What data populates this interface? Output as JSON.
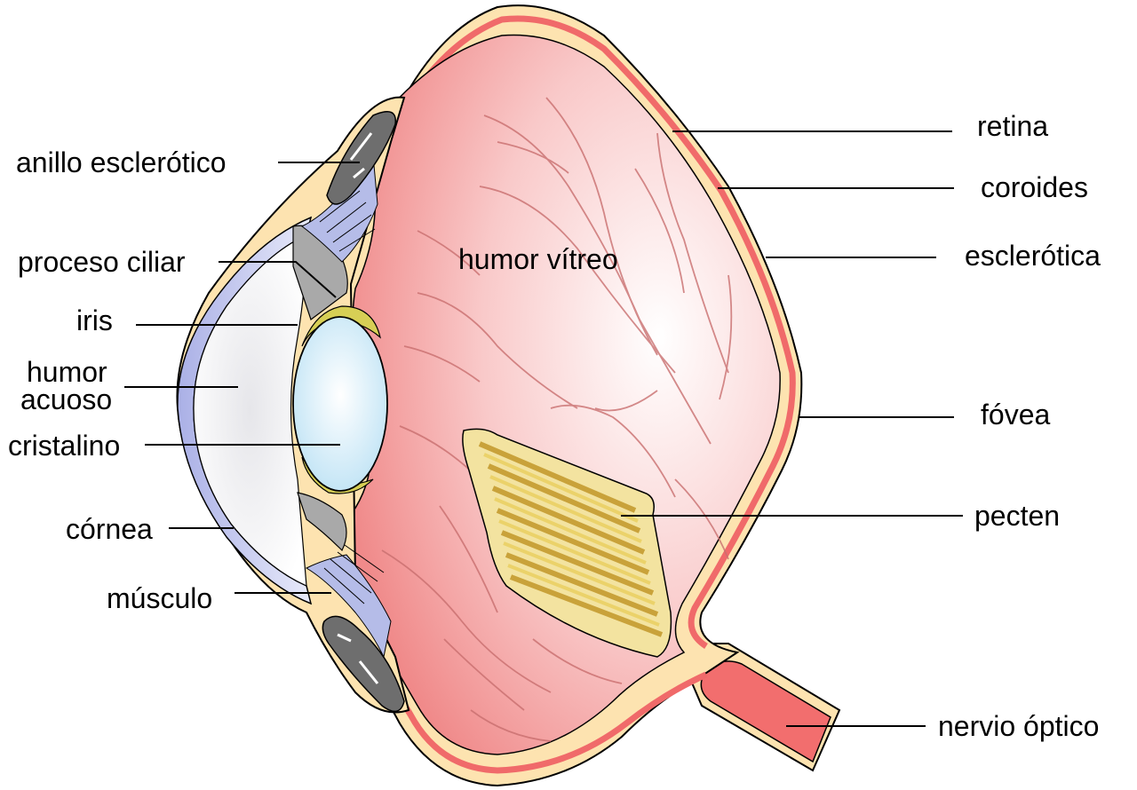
{
  "labels": {
    "anillo": "anillo esclerótico",
    "proceso": "proceso ciliar",
    "iris": "iris",
    "humor_acuoso_1": "humor",
    "humor_acuoso_2": "acuoso",
    "cristalino": "cristalino",
    "cornea": "córnea",
    "musculo": "músculo",
    "humor_vitreo": "humor vítreo",
    "retina": "retina",
    "coroides": "coroides",
    "esclerotica": "esclerótica",
    "fovea": "fóvea",
    "pecten": "pecten",
    "nervio": "nervio óptico"
  },
  "colors": {
    "sclera": "#fde3b0",
    "choroid": "#f06a6a",
    "vitreous": "#f6a0a0",
    "vessels": "#c96f6f",
    "lens": "#d9f1fb",
    "iris": "#d7cf55",
    "ciliary": "#a9a9a9",
    "cornea": "#c9cdf0",
    "ring": "#6e6e6e",
    "pecten": "#e9cc55",
    "outline": "#000000"
  }
}
